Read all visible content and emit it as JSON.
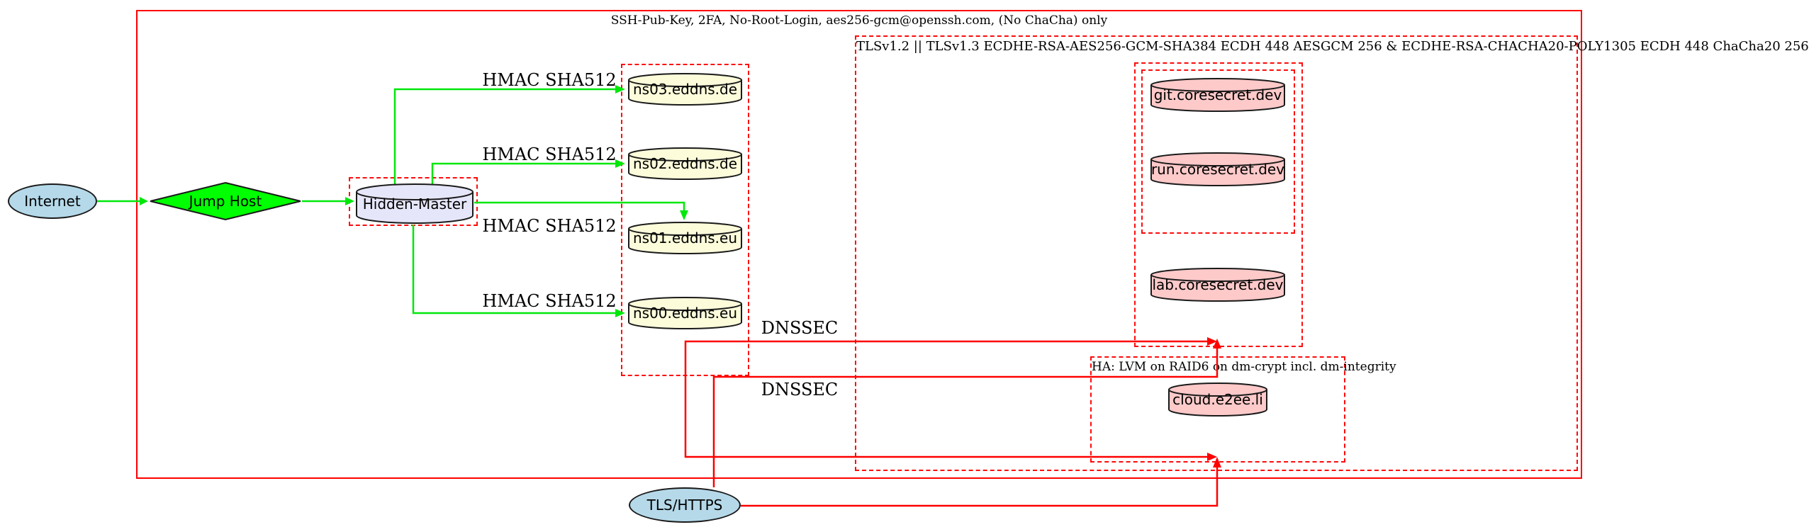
{
  "clusters": {
    "ssh": {
      "label": "SSH-Pub-Key, 2FA, No-Root-Login, aes256-gcm@openssh.com, (No ChaCha) only"
    },
    "tls": {
      "label": "TLSv1.2 || TLSv1.3 ECDHE-RSA-AES256-GCM-SHA384 ECDH 448 AESGCM 256 & ECDHE-RSA-CHACHA20-POLY1305 ECDH 448 ChaCha20 256"
    },
    "ha": {
      "label": "HA: LVM on RAID6 on dm-crypt incl. dm-integrity"
    }
  },
  "nodes": {
    "internet": {
      "label": "Internet",
      "shape": "ellipse",
      "fill": "#b5d9e9"
    },
    "jump_host": {
      "label": "Jump Host",
      "shape": "diamond",
      "fill": "#00ff00"
    },
    "hidden_master": {
      "label": "Hidden-Master",
      "shape": "cylinder",
      "fill": "#e6e6fa"
    },
    "ns03": {
      "label": "ns03.eddns.de",
      "shape": "cylinder",
      "fill": "#fcfcdb"
    },
    "ns02": {
      "label": "ns02.eddns.de",
      "shape": "cylinder",
      "fill": "#fcfcdb"
    },
    "ns01": {
      "label": "ns01.eddns.eu",
      "shape": "cylinder",
      "fill": "#fcfcdb"
    },
    "ns00": {
      "label": "ns00.eddns.eu",
      "shape": "cylinder",
      "fill": "#fcfcdb"
    },
    "git": {
      "label": "git.coresecret.dev",
      "shape": "cylinder",
      "fill": "#fdc9c9"
    },
    "run": {
      "label": "run.coresecret.dev",
      "shape": "cylinder",
      "fill": "#fdc9c9"
    },
    "lab": {
      "label": "lab.coresecret.dev",
      "shape": "cylinder",
      "fill": "#fdc9c9"
    },
    "cloud": {
      "label": "cloud.e2ee.li",
      "shape": "cylinder",
      "fill": "#fdc9c9"
    },
    "tls_https": {
      "label": "TLS/HTTPS",
      "shape": "ellipse",
      "fill": "#b5d9e9"
    }
  },
  "edge_labels": {
    "hmac": "HMAC SHA512",
    "dnssec": "DNSSEC"
  },
  "edges": [
    {
      "from": "internet",
      "to": "jump_host",
      "color": "#00ff00"
    },
    {
      "from": "jump_host",
      "to": "hidden_master",
      "color": "#00ff00"
    },
    {
      "from": "hidden_master",
      "to": "ns03",
      "label": "HMAC SHA512",
      "color": "#00ff00"
    },
    {
      "from": "hidden_master",
      "to": "ns02",
      "label": "HMAC SHA512",
      "color": "#00ff00"
    },
    {
      "from": "hidden_master",
      "to": "ns01",
      "label": "HMAC SHA512",
      "color": "#00ff00"
    },
    {
      "from": "hidden_master",
      "to": "ns00",
      "label": "HMAC SHA512",
      "color": "#00ff00"
    },
    {
      "from": "eddns-cluster",
      "to": "coresecret-cluster",
      "label": "DNSSEC",
      "color": "#fe0000"
    },
    {
      "from": "eddns-cluster",
      "to": "ha-cluster",
      "label": "DNSSEC",
      "color": "#fe0000"
    },
    {
      "from": "tls_https",
      "to": "coresecret-cluster",
      "color": "#fe0000"
    },
    {
      "from": "tls_https",
      "to": "ha-cluster",
      "color": "#fe0000"
    }
  ],
  "colors": {
    "cluster_border_red": "#fe0000",
    "edge_green": "#00ff00",
    "edge_red": "#fe0000",
    "node_blue": "#b5d9e9",
    "node_lavender": "#e6e6fa",
    "node_lightyellow": "#fcfcdb",
    "node_pink": "#fdc9c9",
    "background": "#ffffff"
  }
}
